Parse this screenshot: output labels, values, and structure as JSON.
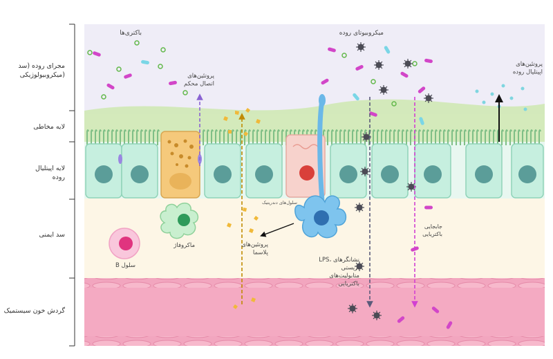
{
  "layers": [
    {
      "id": "lumen",
      "label": "مجرای روده (سد میکروبیولوژیکی)"
    },
    {
      "id": "mucus",
      "label": "لایه مخاطی"
    },
    {
      "id": "epithelium",
      "label": "لایه اپیتلیال روده"
    },
    {
      "id": "immune",
      "label": "سد ایمنی"
    },
    {
      "id": "blood",
      "label": "گردش خون سیستمیک"
    }
  ],
  "labels": {
    "bacteria": "باکتری‌ها",
    "microbiota": "میکروبیوتای روده",
    "tight_junction": "پروتئین‌های اتصال محکم",
    "epithelial_proteins": "پروتئین‌های اپیتلیال روده",
    "dendritic": "سلول‌های دندریتیک",
    "macrophage": "ماکروفاژ",
    "bcell": "B سلول",
    "plasma_proteins": "پروتئین‌های پلاسما",
    "lps": "LPS، نشانگرهای زیستی، متابولیت‌های باکتریایی",
    "translocation": "جابجایی باکتریایی"
  },
  "colors": {
    "lumen": "#efedf7",
    "mucus": "#cfe8b4",
    "epithelium": "#d9f4ea",
    "immune": "#fdf6e6",
    "blood": "#f2a6bf",
    "cell": "#c6efdf",
    "nucleus": "#5b9d99",
    "goblet": "#f5c97b",
    "paneth": "#f7c9c4",
    "dendritic": "#6bb8e8",
    "tight_junction_arrow": "#8a63d2",
    "plasma_arrow": "#c08a00",
    "lps_arrow": "#5a5a7a",
    "translocation_arrow": "#d23fd2"
  }
}
